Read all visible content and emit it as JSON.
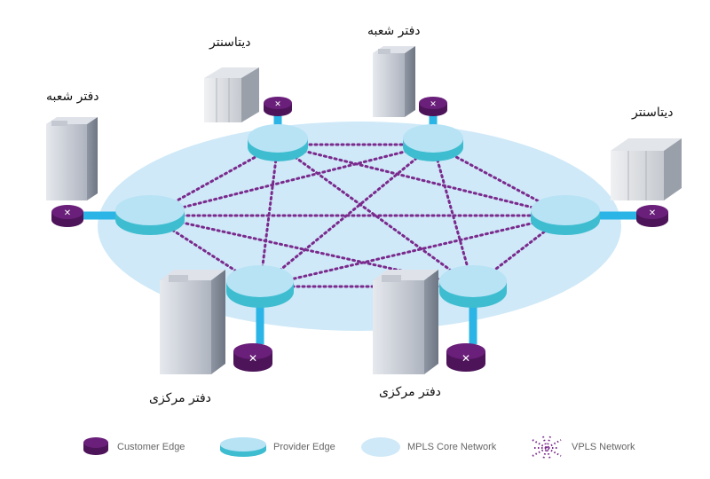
{
  "colors": {
    "core_fill": "#cfe9f8",
    "pe_fill": "#b7e3f5",
    "pe_rim": "#3fbdd0",
    "link": "#2bb5e6",
    "vpls": "#7a2a8c",
    "router": "#6a1f7a",
    "building": "#c9cdd6"
  },
  "sites": {
    "branch_left": "دفتر شعبه",
    "datacenter_topleft": "دیتاسنتر",
    "branch_top": "دفتر شعبه",
    "datacenter_right": "دیتاسنتر",
    "hq_left": "دفتر مرکزی",
    "hq_right": "دفتر مرکزی"
  },
  "legend": {
    "customer_edge": "Customer Edge",
    "provider_edge": "Provider Edge",
    "mpls_core": "MPLS Core Network",
    "vpls": "VPLS Network"
  }
}
